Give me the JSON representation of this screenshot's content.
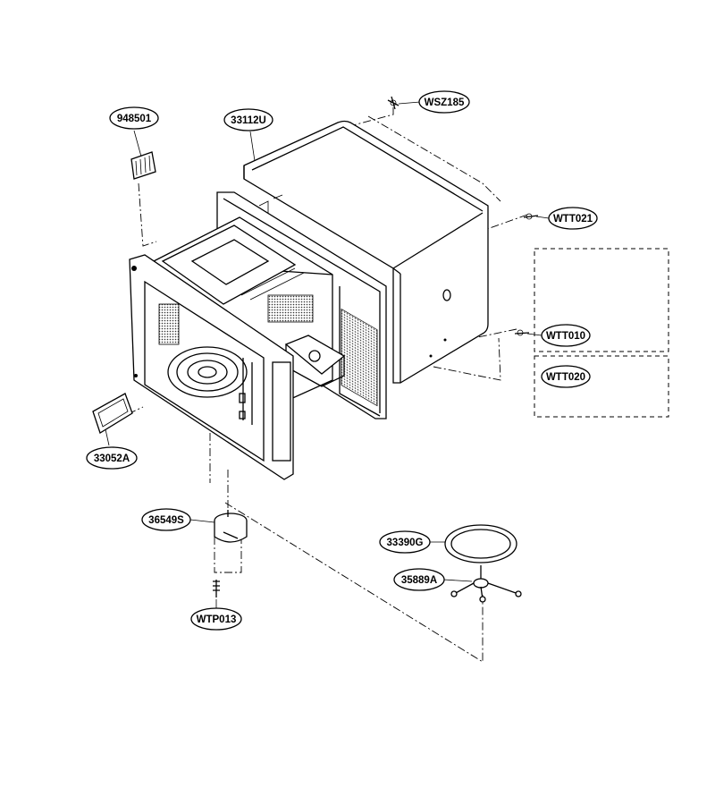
{
  "parts": [
    {
      "id": "948501"
    },
    {
      "id": "33112U"
    },
    {
      "id": "WSZ185"
    },
    {
      "id": "WTT021"
    },
    {
      "id": "WTT010"
    },
    {
      "id": "WTT020"
    },
    {
      "id": "33052A"
    },
    {
      "id": "36549S"
    },
    {
      "id": "WTP013"
    },
    {
      "id": "33390G"
    },
    {
      "id": "35889A"
    }
  ]
}
